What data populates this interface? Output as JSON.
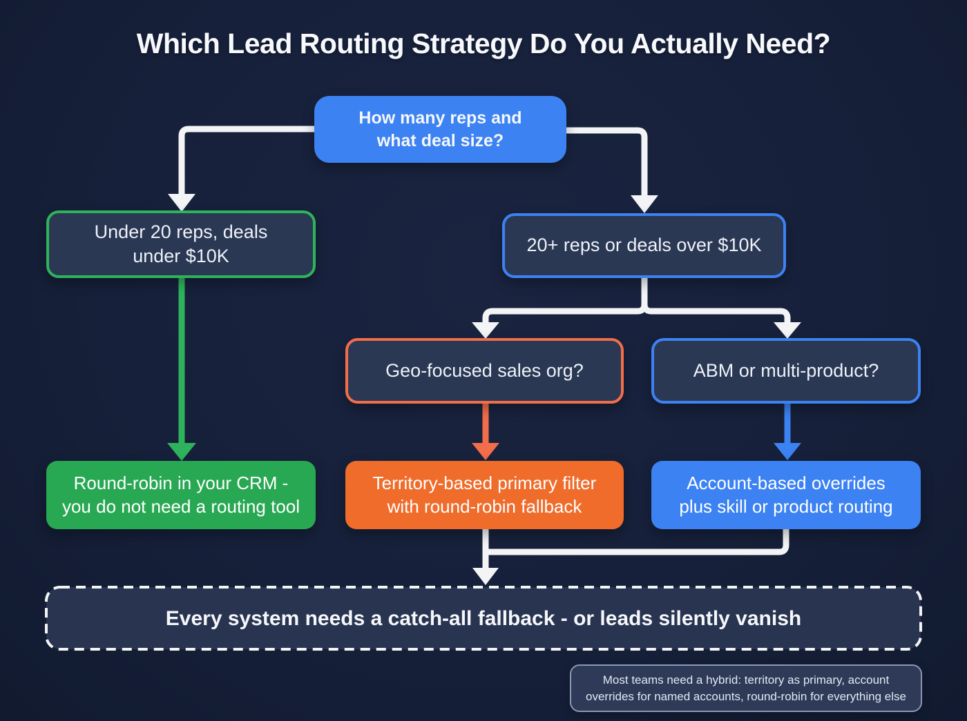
{
  "title": "Which Lead Routing Strategy Do You Actually Need?",
  "nodes": {
    "root": {
      "label": "How many reps and\nwhat deal size?"
    },
    "small_team": {
      "label": "Under 20 reps, deals\nunder $10K"
    },
    "large_team": {
      "label": "20+ reps or deals over $10K"
    },
    "geo": {
      "label": "Geo-focused sales org?"
    },
    "abm": {
      "label": "ABM or multi-product?"
    },
    "round_robin": {
      "label": "Round-robin in your CRM -\nyou do not need a routing tool"
    },
    "territory": {
      "label": "Territory-based primary filter\nwith round-robin fallback"
    },
    "account": {
      "label": "Account-based overrides\nplus skill or product routing"
    },
    "fallback": {
      "label": "Every system needs a catch-all fallback - or leads silently vanish"
    }
  },
  "note": {
    "text": "Most teams need a hybrid: territory as primary, account\noverrides for named accounts, round-robin for everything else"
  },
  "colors": {
    "background": "#16203a",
    "blue": "#3c82f2",
    "green_border": "#2eb35c",
    "green_fill": "#29a854",
    "orange_border": "#f26d4a",
    "orange_fill": "#ef6c2b",
    "question_fill": "#2b3854",
    "fallback_fill": "#293450",
    "note_border": "#8b99b3",
    "connector_white": "#f3f4f6"
  }
}
